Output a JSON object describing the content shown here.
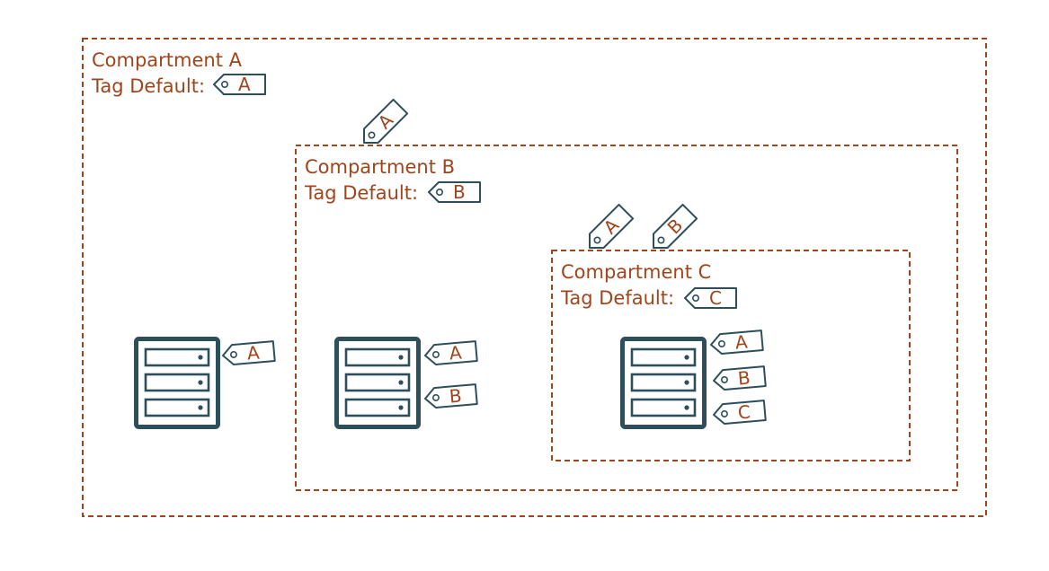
{
  "colors": {
    "compartment_border": "#a0441b",
    "label_text": "#a0441b",
    "icon_stroke": "#2c4f5b"
  },
  "compartment_a": {
    "title": "Compartment A",
    "tag_default_label": "Tag Default:",
    "tag_default_value": "A"
  },
  "compartment_b": {
    "title": "Compartment B",
    "tag_default_label": "Tag Default:",
    "tag_default_value": "B",
    "inherited_tags": [
      "A"
    ]
  },
  "compartment_c": {
    "title": "Compartment C",
    "tag_default_label": "Tag Default:",
    "tag_default_value": "C",
    "inherited_tags": [
      "A",
      "B"
    ]
  },
  "resources": {
    "server_a": {
      "icon": "server-icon",
      "tags": [
        "A"
      ]
    },
    "server_b": {
      "icon": "server-icon",
      "tags": [
        "A",
        "B"
      ]
    },
    "server_c": {
      "icon": "server-icon",
      "tags": [
        "A",
        "B",
        "C"
      ]
    }
  }
}
